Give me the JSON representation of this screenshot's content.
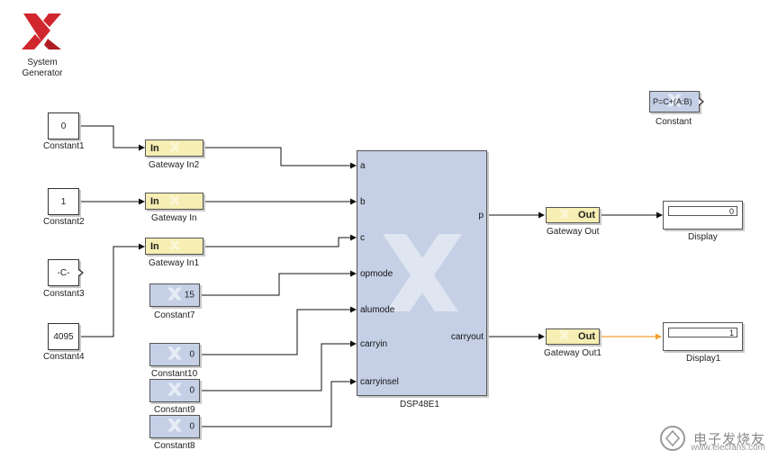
{
  "logo": {
    "caption": "System\nGenerator",
    "icon": "xilinx-logo-icon"
  },
  "constant_top": {
    "value": "P=C+(A:B)",
    "caption": "Constant"
  },
  "constants": {
    "c1": {
      "value": "0",
      "caption": "Constant1"
    },
    "c2": {
      "value": "1",
      "caption": "Constant2"
    },
    "c3": {
      "value": "-C-",
      "caption": "Constant3"
    },
    "c4": {
      "value": "4095",
      "caption": "Constant4"
    }
  },
  "gateways_in": {
    "gi2": {
      "label": "In",
      "caption": "Gateway In2"
    },
    "gi": {
      "label": "In",
      "caption": "Gateway In"
    },
    "gi1": {
      "label": "In",
      "caption": "Gateway In1"
    }
  },
  "xconstants": {
    "c7": {
      "value": "15",
      "caption": "Constant7"
    },
    "c10": {
      "value": "0",
      "caption": "Constant10"
    },
    "c9": {
      "value": "0",
      "caption": "Constant9"
    },
    "c8": {
      "value": "0",
      "caption": "Constant8"
    }
  },
  "dsp": {
    "caption": "DSP48E1",
    "inputs": [
      "a",
      "b",
      "c",
      "opmode",
      "alumode",
      "carryin",
      "carryinsel"
    ],
    "outputs": [
      "p",
      "carryout"
    ]
  },
  "gateways_out": {
    "go": {
      "label": "Out",
      "caption": "Gateway Out"
    },
    "go1": {
      "label": "Out",
      "caption": "Gateway Out1"
    }
  },
  "displays": {
    "d": {
      "value": "0",
      "caption": "Display"
    },
    "d1": {
      "value": "1",
      "caption": "Display1"
    }
  },
  "watermark": {
    "text": "电子发烧友",
    "url": "www.elecfans.com"
  },
  "colors": {
    "logo_red": "#d0262e",
    "gateway_yellow": "#f6eeb2",
    "block_blue": "#c5d0e6",
    "highlight_wire": "#f0a030"
  }
}
